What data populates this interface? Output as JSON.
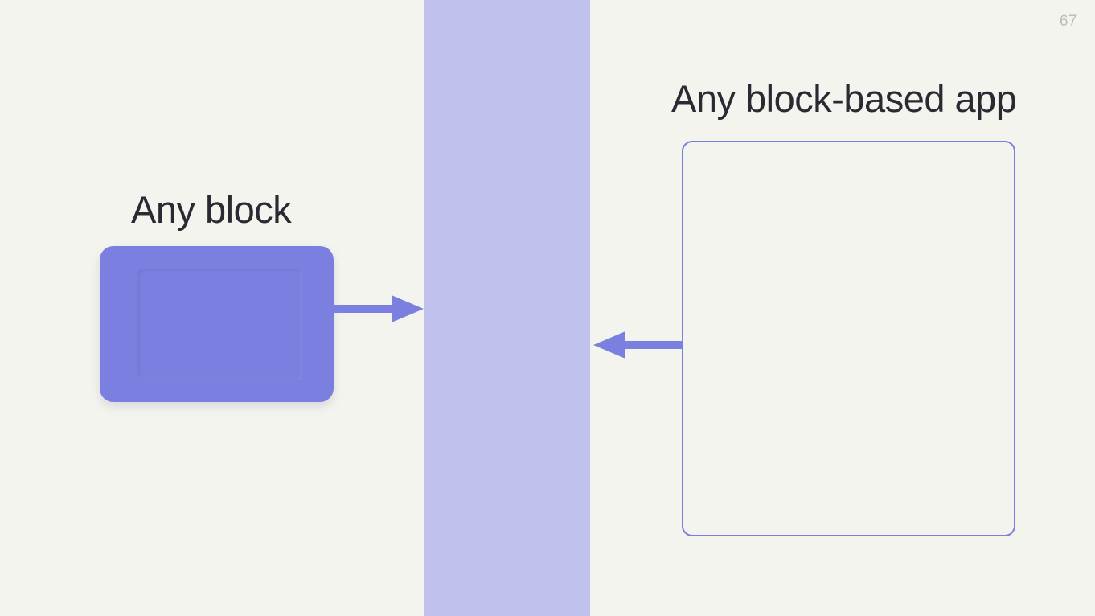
{
  "slide": {
    "page_number": "67",
    "background_color": "#f4f4ef",
    "accent_color": "#7b80e0",
    "band_color": "#c0c2ed",
    "text_color": "#2a2a32",
    "page_number_color": "#bdbdb9"
  },
  "left": {
    "heading": "Any block",
    "block_label": "",
    "icon": "solid-rounded-rectangle"
  },
  "right": {
    "heading": "Any block-based app",
    "block_label": "",
    "icon": "outlined-rounded-rectangle"
  },
  "center": {
    "band_label": ""
  },
  "arrows": [
    {
      "name": "arrow-block-to-band",
      "direction": "right"
    },
    {
      "name": "arrow-app-to-band",
      "direction": "left"
    }
  ]
}
